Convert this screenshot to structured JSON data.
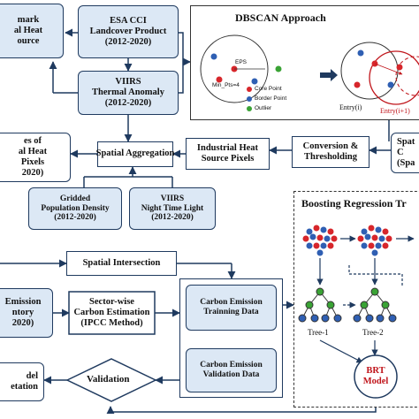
{
  "boxes": {
    "landmark": {
      "lines": [
        "mark",
        "al Heat",
        "ource"
      ]
    },
    "esa": {
      "lines": [
        "ESA CCI",
        "Landcover Product",
        "(2012-2020)"
      ]
    },
    "viirs_thermal": {
      "lines": [
        "VIIRS",
        "Thermal Anomaly",
        "(2012-2020)"
      ]
    },
    "heat_pixels": {
      "lines": [
        "es of",
        "al Heat",
        "Pixels",
        "2020)"
      ]
    },
    "spatial_aggregation": {
      "lines": [
        "Spatial Aggregation"
      ]
    },
    "industrial_pixels": {
      "lines": [
        "Industrial Heat",
        "Source Pixels"
      ]
    },
    "conversion": {
      "lines": [
        "Conversion &",
        "Thresholding"
      ]
    },
    "spatial_right": {
      "lines": [
        "Spat",
        "C",
        "(Spa"
      ]
    },
    "gridded_pop": {
      "lines": [
        "Gridded",
        "Population Density",
        "(2012-2020)"
      ]
    },
    "viirs_ntl": {
      "lines": [
        "VIIRS",
        "Night Time Light",
        "(2012-2020)"
      ]
    },
    "spatial_intersection": {
      "lines": [
        "Spatial Intersection"
      ]
    },
    "emission_inventory": {
      "lines": [
        "Emission",
        "ntory",
        "2020)"
      ]
    },
    "sector_wise": {
      "lines": [
        "Sector-wise",
        "Carbon Estimation",
        "(IPCC Method)"
      ]
    },
    "carbon_training": {
      "lines": [
        "Carbon Emission",
        "Trainning Data"
      ]
    },
    "carbon_validation": {
      "lines": [
        "Carbon Emission",
        "Validation Data"
      ]
    },
    "model_interp": {
      "lines": [
        "del",
        "etation"
      ]
    }
  },
  "validation": {
    "label": "Validation"
  },
  "dbscan": {
    "title": "DBSCAN Approach",
    "eps": "EPS",
    "min_pts": "Min_Pts=4",
    "legend": [
      "Core Point",
      "Border Point",
      "Outlier"
    ],
    "entry_i": "Entry(i)",
    "entry_i1": "Entry(i+1)"
  },
  "brt": {
    "title": "Boosting Regression Tr",
    "tree1": "Tree-1",
    "tree2": "Tree-2",
    "model_lines": [
      "BRT",
      "Model"
    ]
  },
  "colors": {
    "box_border": "#1f3a5f",
    "box_fill_blue": "#dce8f5",
    "core_point": "#d7262b",
    "border_point": "#2f5fb3",
    "outlier": "#3aa335",
    "arrow": "#1f3a5f"
  }
}
